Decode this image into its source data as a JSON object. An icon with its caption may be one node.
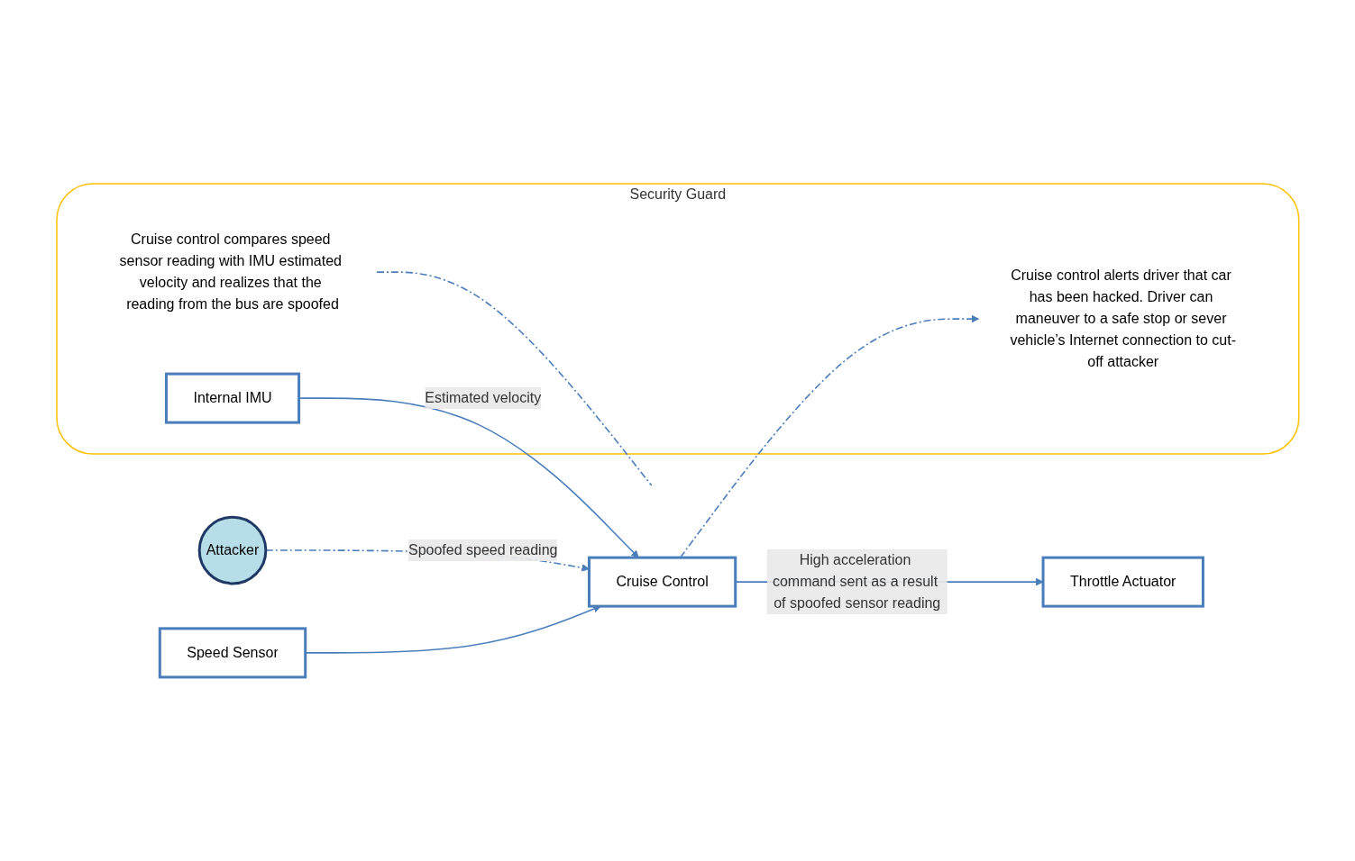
{
  "diagram": {
    "nodes": [
      {
        "text": [
          "Attacker"
        ]
      },
      {
        "text": [
          "Speed Sensor"
        ]
      },
      {
        "text": [
          "Cruise Control"
        ]
      },
      {
        "text": [
          "Throttle Actuator"
        ]
      },
      {
        "text": [
          "Security Guard"
        ]
      },
      {
        "text": [
          "Internal IMU"
        ],
        "in": 4
      },
      {
        "text": [
          "Cruise control alerts driver that car has been hacked. Driver can maneuver to a safe stop or sever vehicle’s Internet connection to cut-off attacker"
        ],
        "in": 4
      },
      {
        "text": [
          "Cruise control compares speed sensor reading with IMU estimated velocity and realizes that the reading from the bus are spoofed"
        ],
        "in": 4
      }
    ],
    "edges": [
      {
        "from": 0,
        "to": 2,
        "arrow": "to",
        "style": "dashed",
        "label": "Spoofed speed reading"
      },
      {
        "from": 1,
        "to": 2,
        "arrow": "to"
      },
      {
        "from": 2,
        "to": 3,
        "arrow": "to",
        "label": "High acceleration command sent as a result of spoofed sensor reading"
      },
      {
        "from": 5,
        "to": 2,
        "arrow": "to",
        "label": "Estimated velocity"
      },
      {
        "from": 2,
        "to": 6,
        "arrow": "to",
        "style": "dashed"
      },
      {
        "from": 7,
        "to": null,
        "arrow": "none",
        "style": "dashed"
      }
    ]
  }
}
